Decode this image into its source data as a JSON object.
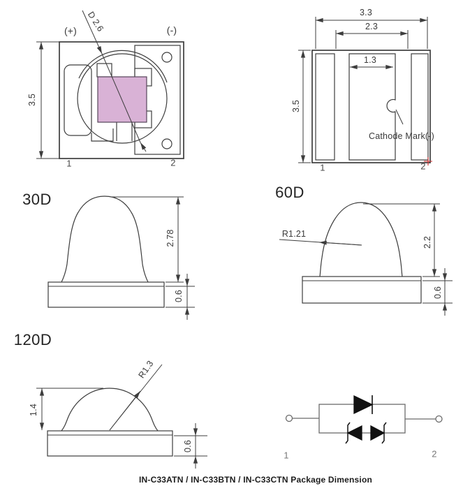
{
  "caption": "IN-C33ATN / IN-C33BTN / IN-C33CTN Package Dimension",
  "top_view": {
    "plus": "(+)",
    "minus": "(-)",
    "diameter": "D 2.6",
    "height": "3.5",
    "pin1": "1",
    "pin2": "2"
  },
  "bottom_view": {
    "overall_width": "3.3",
    "inner_width": "2.3",
    "pad_width": "1.3",
    "height": "3.5",
    "cathode_mark": "Cathode Mark(-)",
    "pin1": "1",
    "pin2": "2"
  },
  "view_30d": {
    "label": "30D",
    "dome_height": "2.78",
    "base_height": "0.6"
  },
  "view_60d": {
    "label": "60D",
    "radius": "R1.21",
    "dome_height": "2.2",
    "base_height": "0.6"
  },
  "view_120d": {
    "label": "120D",
    "radius": "R1.3",
    "dome_height": "1.4",
    "base_height": "0.6"
  },
  "schematic": {
    "pin1": "1",
    "pin2": "2"
  },
  "colors": {
    "die_fill": "#d9b2d6",
    "line": "#3d3d3d",
    "marker_red": "#cc2a2a"
  }
}
